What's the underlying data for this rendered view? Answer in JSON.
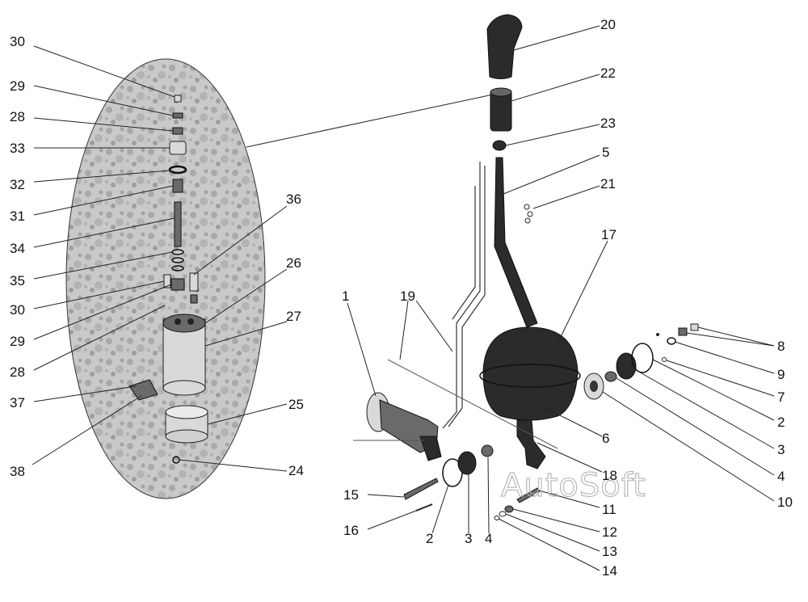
{
  "watermark": "AutoSoft",
  "callouts": [
    {
      "id": "c30a",
      "text": "30"
    },
    {
      "id": "c29a",
      "text": "29"
    },
    {
      "id": "c28a",
      "text": "28"
    },
    {
      "id": "c33",
      "text": "33"
    },
    {
      "id": "c32",
      "text": "32"
    },
    {
      "id": "c31",
      "text": "31"
    },
    {
      "id": "c34",
      "text": "34"
    },
    {
      "id": "c35",
      "text": "35"
    },
    {
      "id": "c30b",
      "text": "30"
    },
    {
      "id": "c29b",
      "text": "29"
    },
    {
      "id": "c28b",
      "text": "28"
    },
    {
      "id": "c37",
      "text": "37"
    },
    {
      "id": "c38",
      "text": "38"
    },
    {
      "id": "c36",
      "text": "36"
    },
    {
      "id": "c26",
      "text": "26"
    },
    {
      "id": "c27",
      "text": "27"
    },
    {
      "id": "c25",
      "text": "25"
    },
    {
      "id": "c24",
      "text": "24"
    },
    {
      "id": "c20",
      "text": "20"
    },
    {
      "id": "c22",
      "text": "22"
    },
    {
      "id": "c23",
      "text": "23"
    },
    {
      "id": "c5",
      "text": "5"
    },
    {
      "id": "c21",
      "text": "21"
    },
    {
      "id": "c17",
      "text": "17"
    },
    {
      "id": "c1",
      "text": "1"
    },
    {
      "id": "c19",
      "text": "19"
    },
    {
      "id": "c8",
      "text": "8"
    },
    {
      "id": "c9",
      "text": "9"
    },
    {
      "id": "c7",
      "text": "7"
    },
    {
      "id": "c2a",
      "text": "2"
    },
    {
      "id": "c6",
      "text": "6"
    },
    {
      "id": "c3a",
      "text": "3"
    },
    {
      "id": "c18",
      "text": "18"
    },
    {
      "id": "c4a",
      "text": "4"
    },
    {
      "id": "c10",
      "text": "10"
    },
    {
      "id": "c15",
      "text": "15"
    },
    {
      "id": "c11",
      "text": "11"
    },
    {
      "id": "c12",
      "text": "12"
    },
    {
      "id": "c16",
      "text": "16"
    },
    {
      "id": "c2b",
      "text": "2"
    },
    {
      "id": "c3b",
      "text": "3"
    },
    {
      "id": "c4b",
      "text": "4"
    },
    {
      "id": "c13",
      "text": "13"
    },
    {
      "id": "c14",
      "text": "14"
    }
  ]
}
